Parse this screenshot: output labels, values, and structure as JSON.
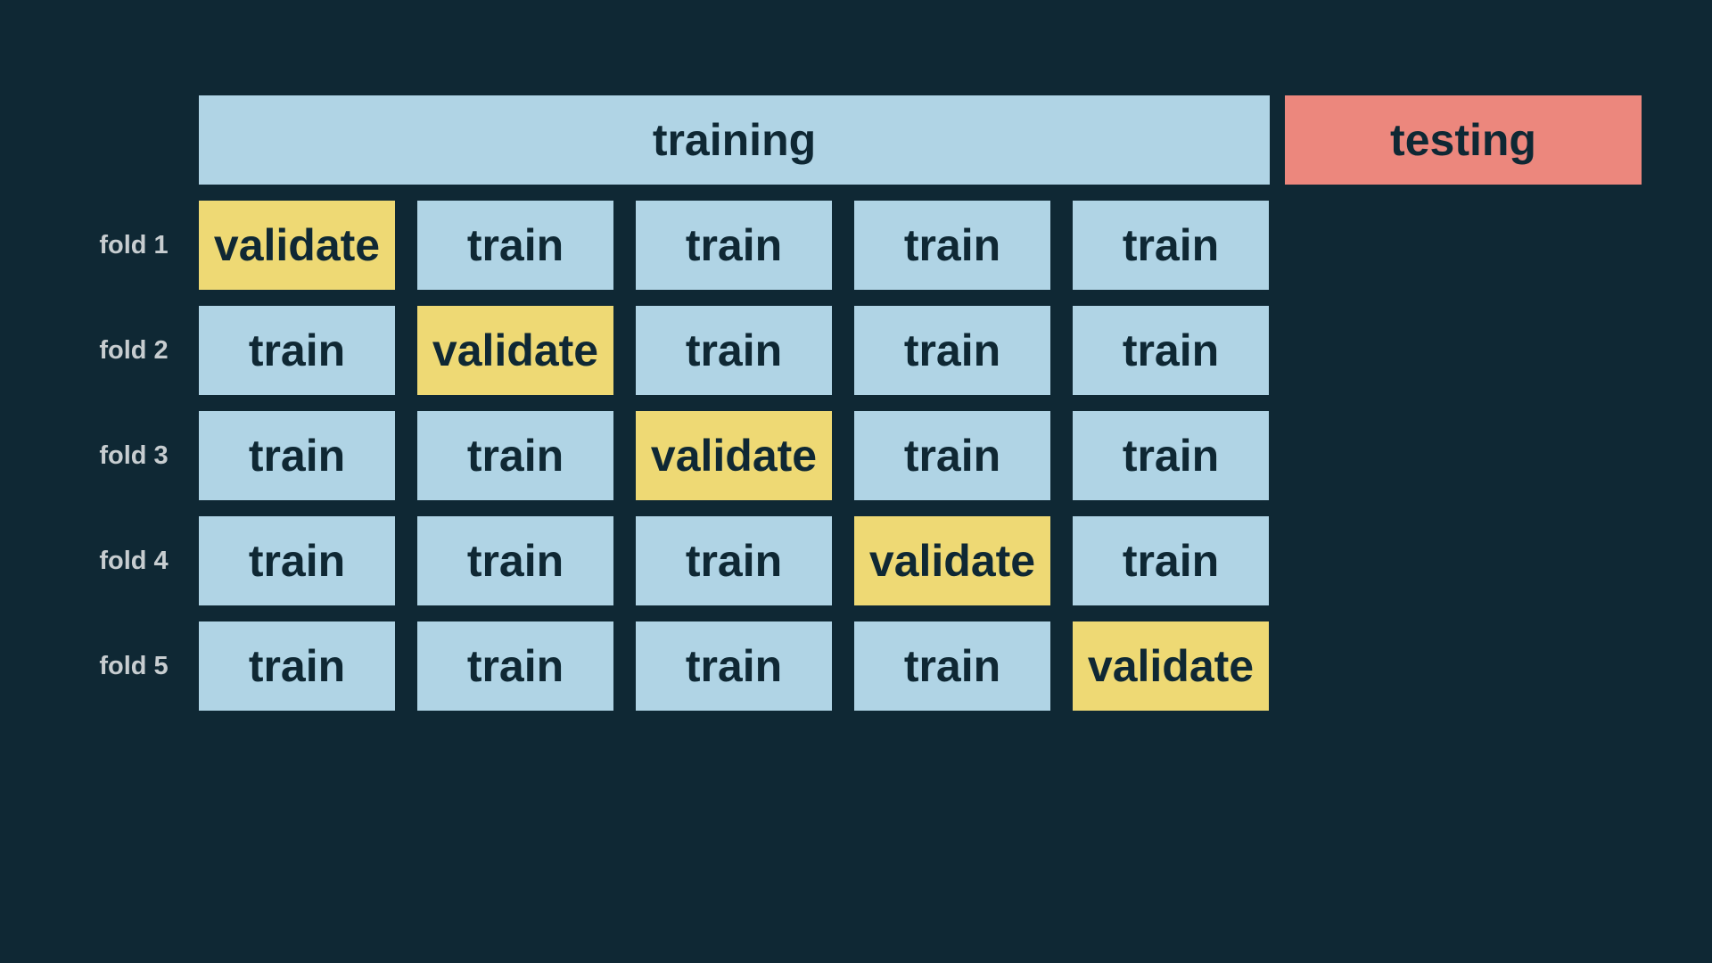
{
  "header": {
    "training_label": "training",
    "testing_label": "testing"
  },
  "colors": {
    "background": "#0f2834",
    "train": "#b0d4e5",
    "validate": "#eed974",
    "testing": "#ec877d",
    "text_dark": "#0f2834",
    "fold_label_text": "#c7cdd0"
  },
  "folds": [
    {
      "label": "fold 1",
      "cells": [
        "validate",
        "train",
        "train",
        "train",
        "train"
      ]
    },
    {
      "label": "fold 2",
      "cells": [
        "train",
        "validate",
        "train",
        "train",
        "train"
      ]
    },
    {
      "label": "fold 3",
      "cells": [
        "train",
        "train",
        "validate",
        "train",
        "train"
      ]
    },
    {
      "label": "fold 4",
      "cells": [
        "train",
        "train",
        "train",
        "validate",
        "train"
      ]
    },
    {
      "label": "fold 5",
      "cells": [
        "train",
        "train",
        "train",
        "train",
        "validate"
      ]
    }
  ]
}
